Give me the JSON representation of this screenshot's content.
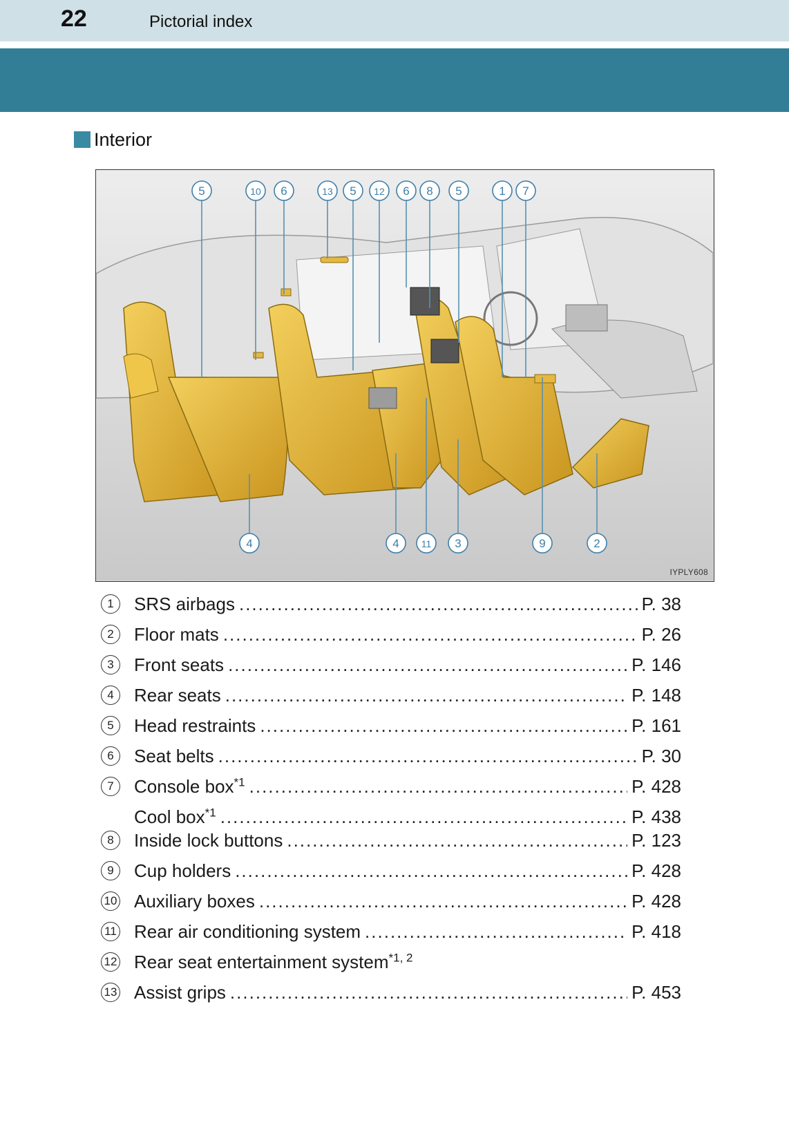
{
  "header": {
    "page_number": "22",
    "title": "Pictorial index"
  },
  "section": {
    "title": "Interior"
  },
  "figure": {
    "code": "IYPLY608",
    "top_callouts": [
      "5",
      "10",
      "6",
      "13",
      "5",
      "12",
      "6",
      "8",
      "5",
      "1",
      "7"
    ],
    "bottom_callouts": [
      "4",
      "4",
      "11",
      "3",
      "9",
      "2"
    ]
  },
  "items": [
    {
      "num": "1",
      "label": "SRS airbags",
      "sup": "",
      "page": "P. 38"
    },
    {
      "num": "2",
      "label": "Floor mats",
      "sup": "",
      "page": "P. 26"
    },
    {
      "num": "3",
      "label": "Front seats",
      "sup": "",
      "page": "P. 146"
    },
    {
      "num": "4",
      "label": "Rear seats",
      "sup": "",
      "page": "P. 148"
    },
    {
      "num": "5",
      "label": "Head restraints",
      "sup": "",
      "page": "P. 161"
    },
    {
      "num": "6",
      "label": "Seat belts",
      "sup": "",
      "page": "P. 30"
    },
    {
      "num": "7",
      "label": "Console box",
      "sup": "*1",
      "page": "P. 428"
    },
    {
      "num": "",
      "label": "Cool box",
      "sup": "*1",
      "page": "P. 438"
    },
    {
      "num": "8",
      "label": "Inside lock buttons",
      "sup": "",
      "page": "P. 123"
    },
    {
      "num": "9",
      "label": "Cup holders",
      "sup": "",
      "page": "P. 428"
    },
    {
      "num": "10",
      "label": "Auxiliary boxes",
      "sup": "",
      "page": "P. 428"
    },
    {
      "num": "11",
      "label": "Rear air conditioning system",
      "sup": "",
      "page": "P. 418"
    },
    {
      "num": "12",
      "label": "Rear seat entertainment system",
      "sup": "*1, 2",
      "page": ""
    },
    {
      "num": "13",
      "label": "Assist grips",
      "sup": "",
      "page": "P. 453"
    }
  ],
  "colors": {
    "header_bg": "#cfe0e6",
    "band": "#327e97",
    "accent_square": "#3a8aa4",
    "seat": "#e6b840"
  }
}
